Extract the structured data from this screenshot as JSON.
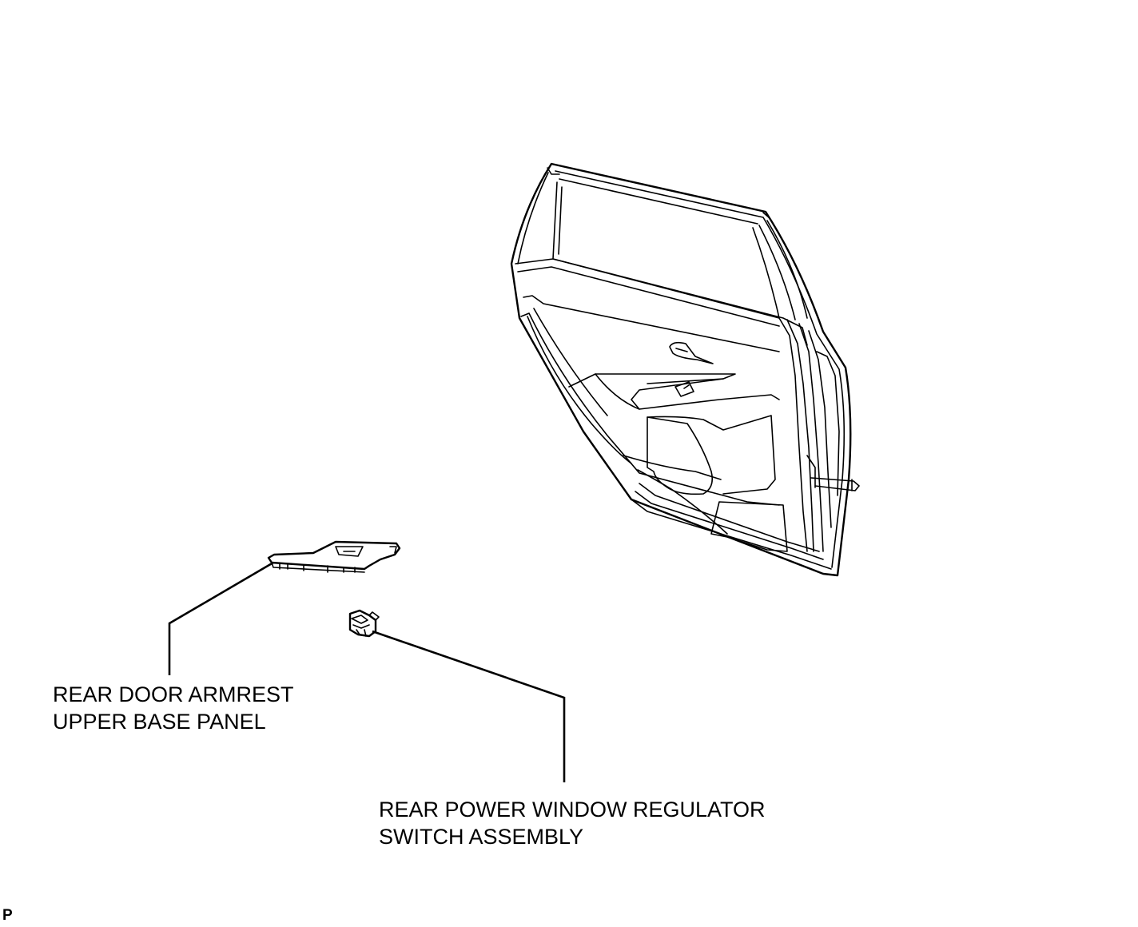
{
  "labels": {
    "armrest": {
      "line1": "REAR DOOR ARMREST",
      "line2": "UPPER BASE PANEL"
    },
    "switch": {
      "line1": "REAR POWER WINDOW REGULATOR",
      "line2": "SWITCH ASSEMBLY"
    }
  },
  "page_marker": "P",
  "colors": {
    "line": "#000000",
    "background": "#ffffff"
  }
}
